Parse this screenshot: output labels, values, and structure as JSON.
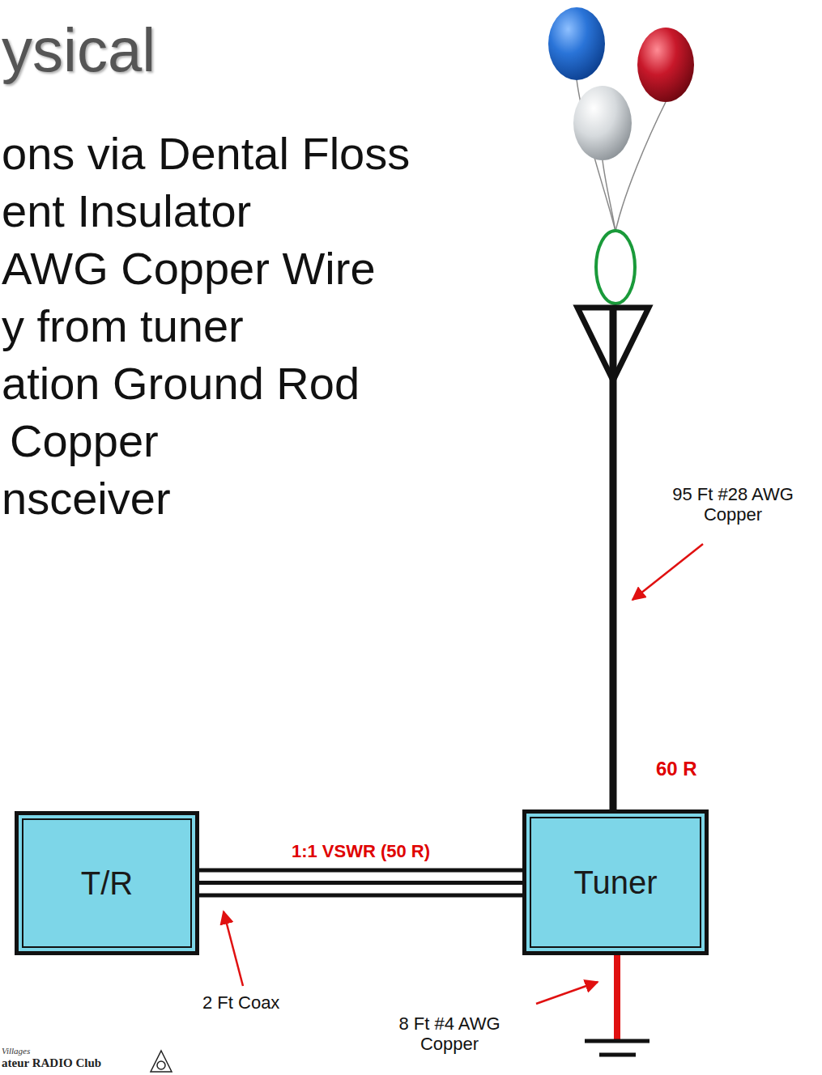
{
  "diagram": {
    "title": "ysical",
    "nodes": [
      {
        "text": [
          "T/R"
        ]
      },
      {
        "text": [
          "Tuner"
        ]
      }
    ],
    "edges": [
      {
        "from": 0,
        "to": 1,
        "arrow": "none",
        "label": "1:1 VSWR (50 R)"
      }
    ],
    "labels": [
      "ons via Dental Floss",
      "ent Insulator",
      "AWG Copper Wire",
      "y from tuner",
      "ation Ground Rod",
      "Copper",
      "nsceiver",
      "95 Ft #28 AWG Copper",
      "60 R",
      "2 Ft Coax",
      "8 Ft #4 AWG Copper",
      "Villages",
      "ateur RADIO Club"
    ]
  }
}
